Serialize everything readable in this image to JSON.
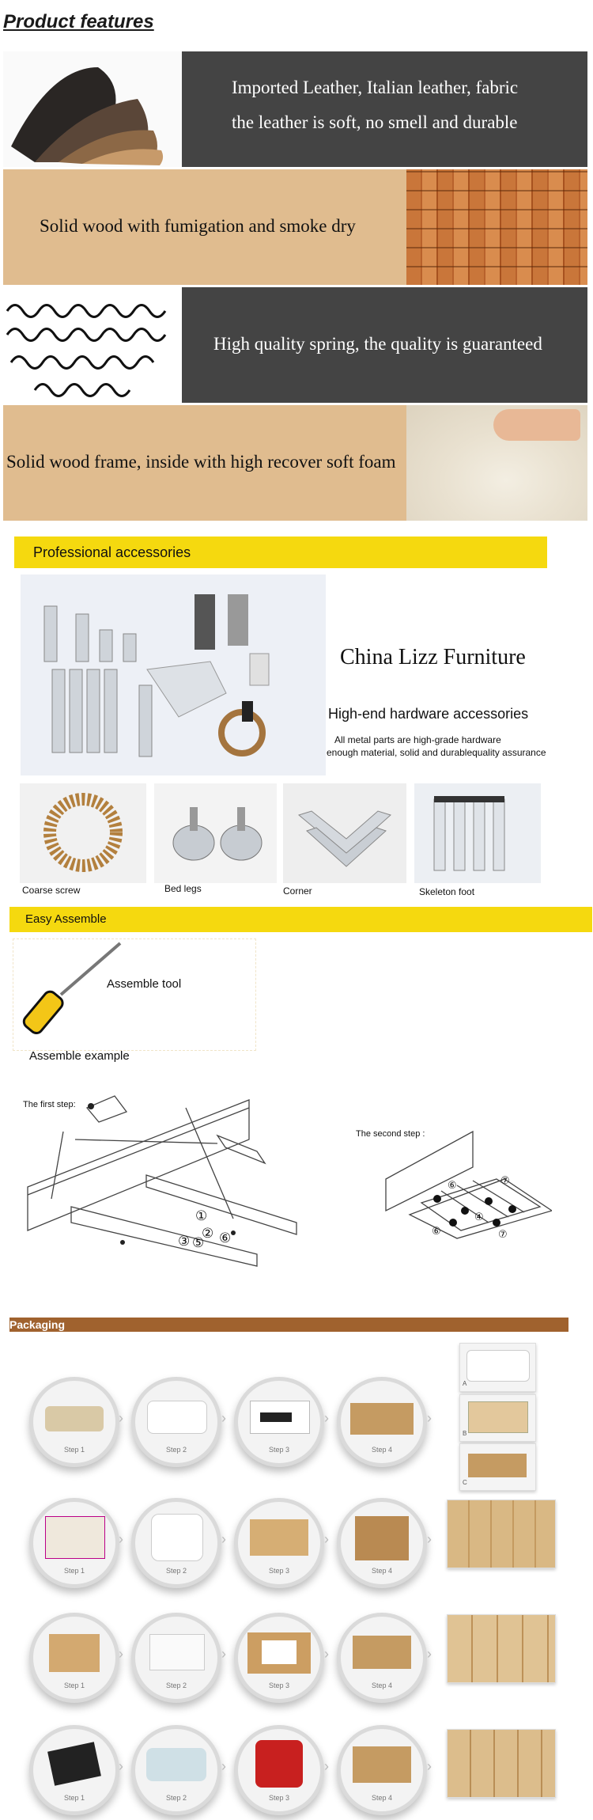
{
  "title": "Product features",
  "features": [
    {
      "line1": "Imported Leather, Italian leather, fabric",
      "line2": "the leather is soft, no smell and durable"
    },
    {
      "line1": "Solid wood with fumigation and smoke dry"
    },
    {
      "line1": "High quality spring, the quality is guaranteed"
    },
    {
      "line1": "Solid wood frame, inside with high recover soft foam"
    }
  ],
  "accessories": {
    "header": "Professional accessories",
    "brand": "China Lizz Furniture",
    "subtitle": "High-end hardware accessories",
    "desc1": "All metal parts are high-grade hardware",
    "desc2": "enough material, solid and durablequality assurance",
    "captions": [
      "Coarse screw",
      "Bed legs",
      "Corner",
      "Skeleton foot"
    ]
  },
  "assemble": {
    "header": "Easy  Assemble",
    "tool_label": "Assemble tool",
    "example_label": "Assemble example",
    "first_step": "The first step:",
    "second_step": "The second step :",
    "markers1": [
      "①",
      "②",
      "③",
      "⑤",
      "⑥"
    ],
    "markers2": [
      "⑥",
      "⑦",
      "④",
      "⑥",
      "⑦"
    ]
  },
  "packaging": {
    "header": "Packaging",
    "steps": [
      "Step 1",
      "Step 2",
      "Step 3",
      "Step 4"
    ],
    "abc": [
      "A",
      "B",
      "C"
    ]
  },
  "colors": {
    "dark": "#444444",
    "tan": "#e0bc8f",
    "yellow": "#f5d90f",
    "brown": "#a0622e"
  }
}
